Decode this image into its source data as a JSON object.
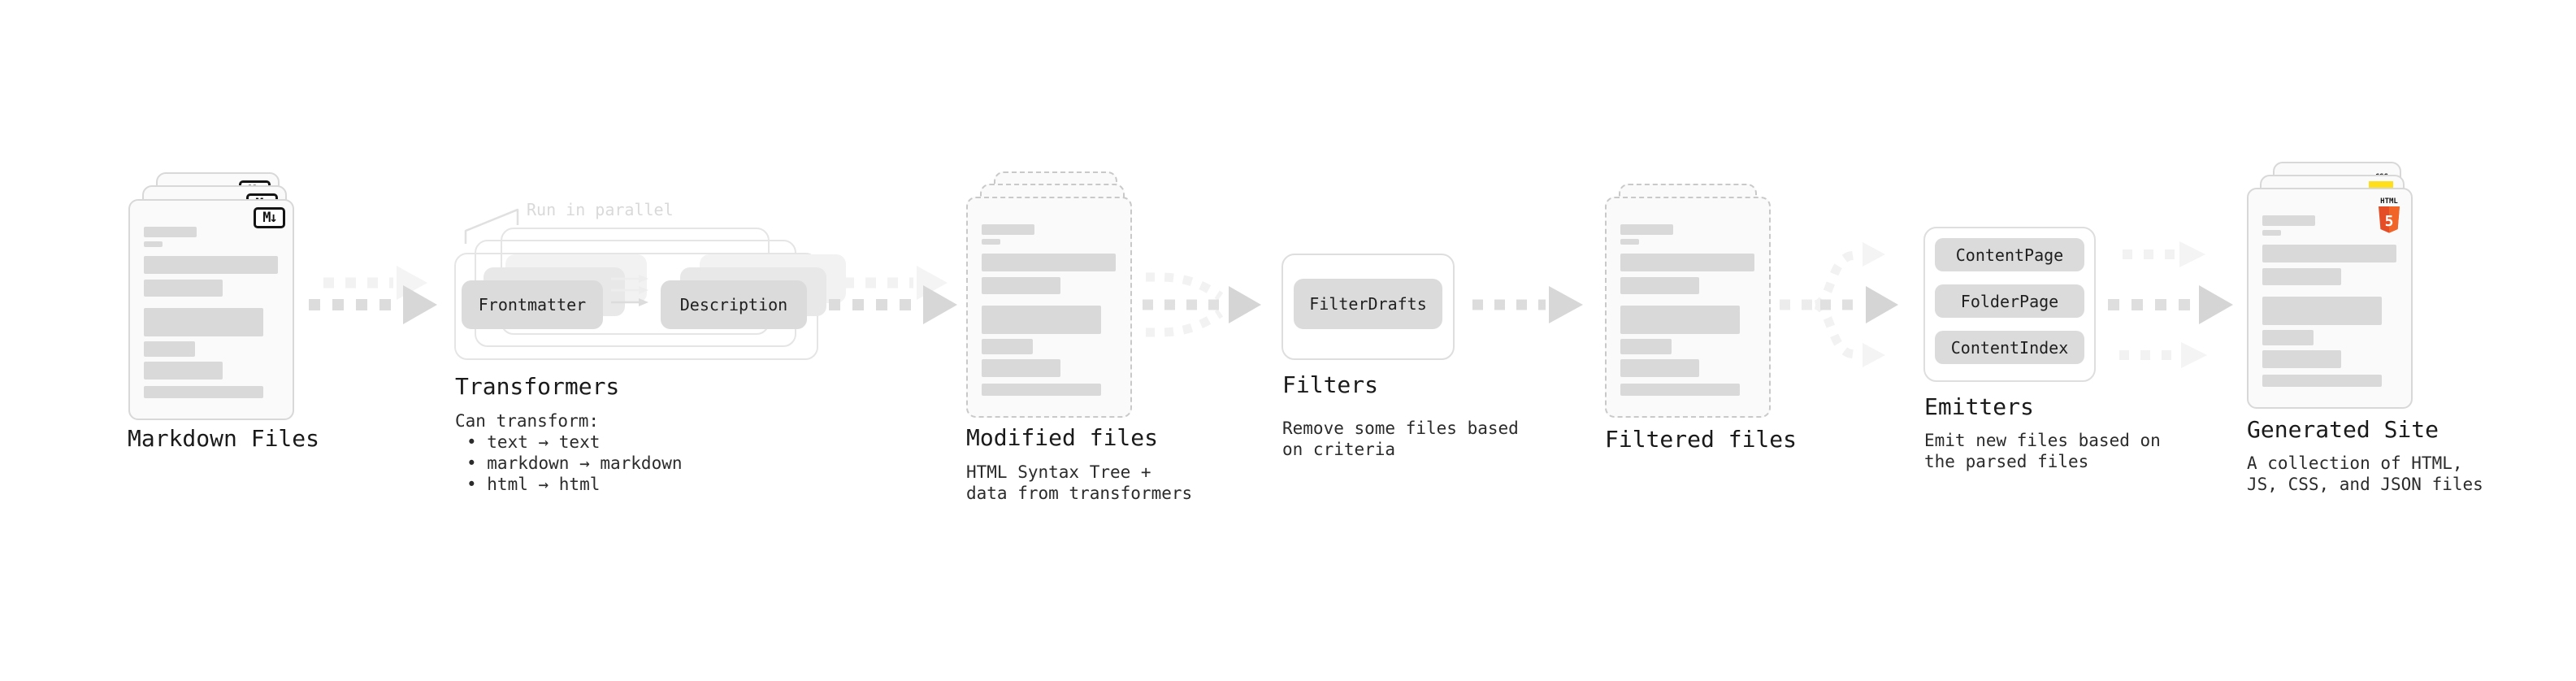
{
  "markdown": {
    "title": "Markdown Files",
    "badge": "M↓"
  },
  "transformers": {
    "title": "Transformers",
    "callout": "Run in parallel",
    "pills": {
      "frontmatter": "Frontmatter",
      "description": "Description"
    },
    "desc": {
      "heading": "Can transform:",
      "bullet1": "• text → text",
      "bullet2": "• markdown → markdown",
      "bullet3": "• html → html"
    }
  },
  "modified": {
    "title": "Modified files",
    "desc": {
      "line1": "HTML Syntax Tree +",
      "line2": "data from transformers"
    }
  },
  "filters": {
    "title": "Filters",
    "pill": "FilterDrafts",
    "desc": {
      "line1": "Remove some files based",
      "line2": "on criteria"
    }
  },
  "filtered": {
    "title": "Filtered files"
  },
  "emitters": {
    "title": "Emitters",
    "pills": {
      "p1": "ContentPage",
      "p2": "FolderPage",
      "p3": "ContentIndex"
    },
    "desc": {
      "line1": "Emit new files based on",
      "line2": "the parsed files"
    }
  },
  "generated": {
    "title": "Generated Site",
    "badges": {
      "css": "CSS",
      "html": "HTML",
      "html5": "5"
    },
    "desc": {
      "line1": "A collection of HTML,",
      "line2": "JS, CSS, and JSON files"
    }
  },
  "colors": {
    "html5_orange": "#e44d26",
    "js_yellow": "#ffdf1b",
    "css_blue": "#2965f1"
  }
}
